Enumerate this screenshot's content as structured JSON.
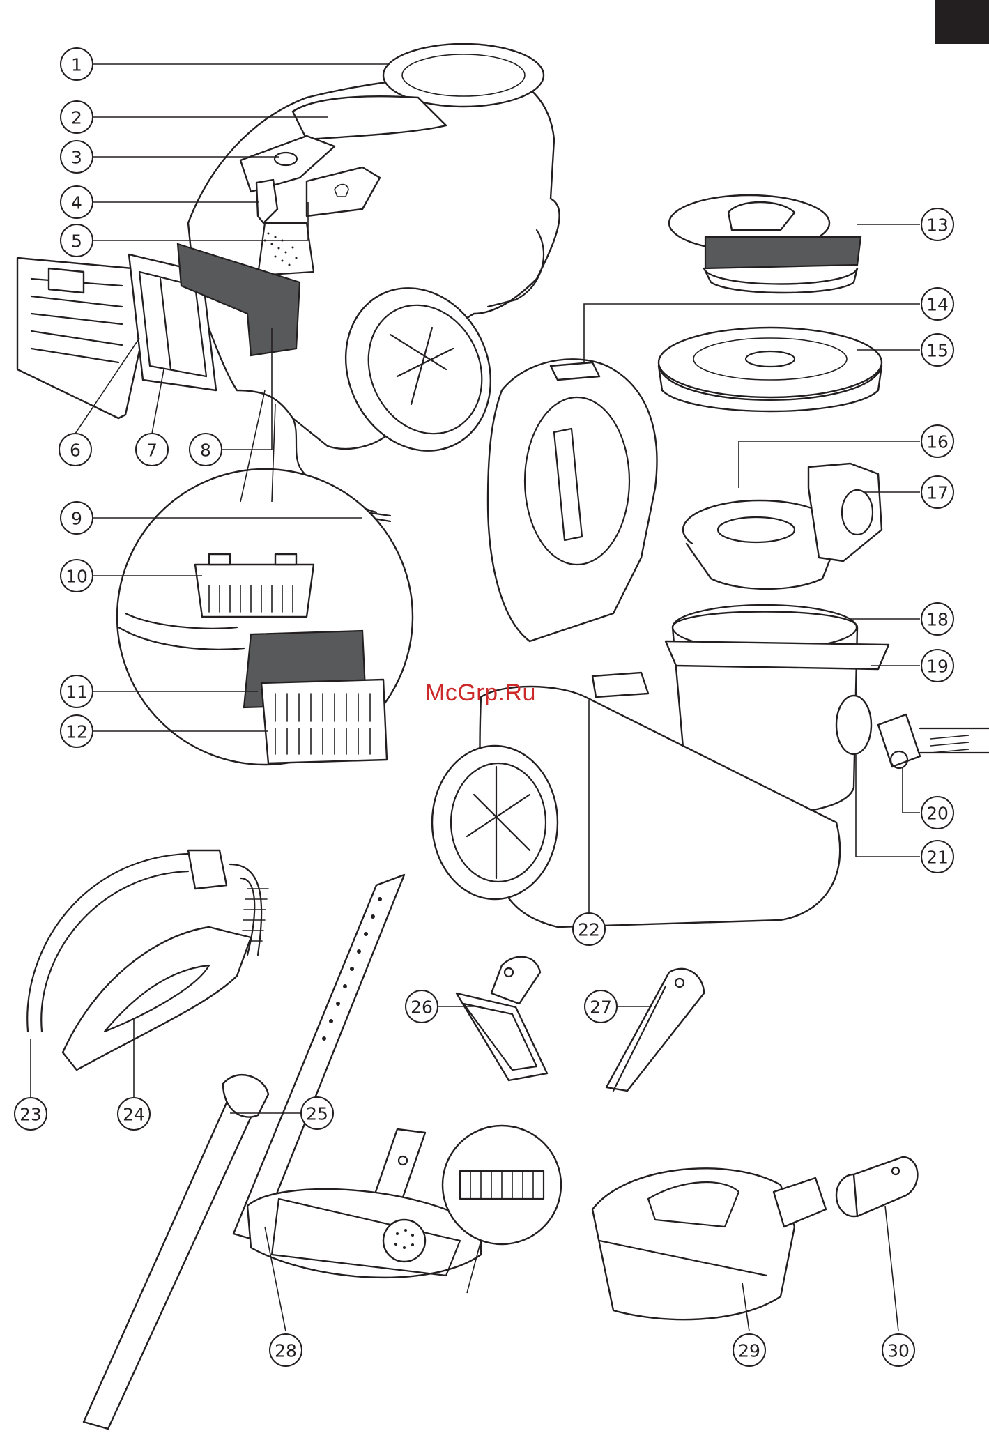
{
  "watermark": "McGrp.Ru",
  "page_tab_color": "#231f20",
  "callouts": [
    "1",
    "2",
    "3",
    "4",
    "5",
    "6",
    "7",
    "8",
    "9",
    "10",
    "11",
    "12",
    "13",
    "14",
    "15",
    "16",
    "17",
    "18",
    "19",
    "20",
    "21",
    "22",
    "23",
    "24",
    "25",
    "26",
    "27",
    "28",
    "29",
    "30"
  ]
}
